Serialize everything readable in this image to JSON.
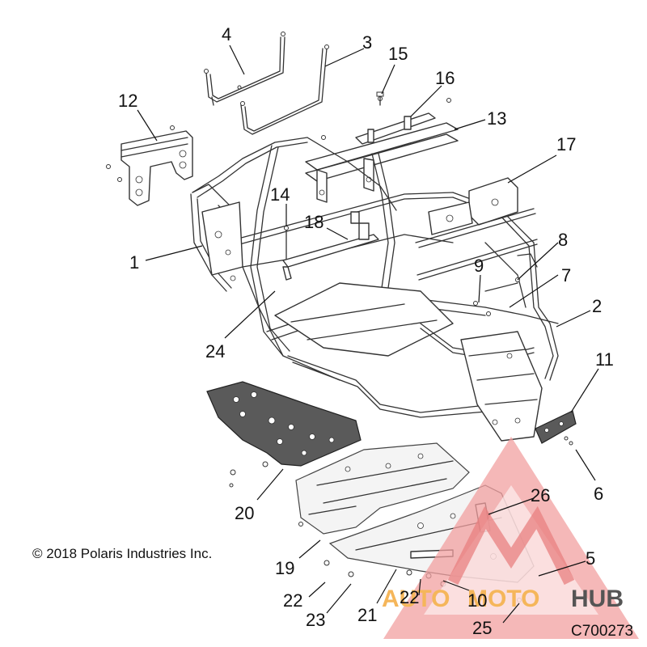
{
  "copyright": "© 2018 Polaris Industries Inc.",
  "figure_code": "C700273",
  "watermark": {
    "text_a": "AUTO",
    "text_b": "MOTO",
    "text_c": "HUB",
    "color_a": "#f5b65a",
    "color_b": "#f5b65a",
    "color_c": "#555555",
    "triangle_color": "#f2a0a0"
  },
  "callouts": {
    "c1": "1",
    "c2": "2",
    "c3": "3",
    "c4": "4",
    "c5": "5",
    "c6": "6",
    "c7": "7",
    "c8": "8",
    "c9": "9",
    "c10": "10",
    "c11": "11",
    "c12": "12",
    "c13": "13",
    "c14": "14",
    "c15": "15",
    "c16": "16",
    "c17": "17",
    "c18": "18",
    "c19": "19",
    "c20": "20",
    "c21": "21",
    "c22a": "22",
    "c22b": "22",
    "c23": "23",
    "c24": "24",
    "c25": "25",
    "c26": "26"
  }
}
